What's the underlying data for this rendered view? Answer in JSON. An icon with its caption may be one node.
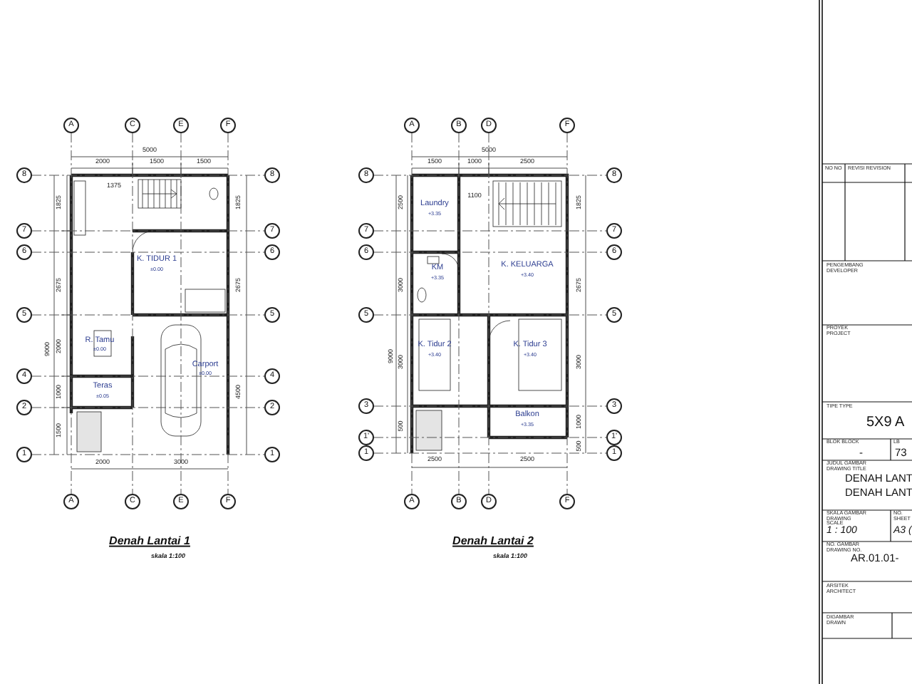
{
  "diagram": {
    "nodes": [
      {
        "text": [
          "A"
        ]
      },
      {
        "text": [
          "C"
        ]
      },
      {
        "text": [
          "E"
        ]
      },
      {
        "text": [
          "F"
        ]
      },
      {
        "text": [
          "8"
        ]
      },
      {
        "text": [
          "7"
        ]
      },
      {
        "text": [
          "6"
        ]
      },
      {
        "text": [
          "5"
        ]
      },
      {
        "text": [
          "4"
        ]
      },
      {
        "text": [
          "2"
        ]
      },
      {
        "text": [
          "1"
        ]
      },
      {
        "text": [
          "8"
        ]
      },
      {
        "text": [
          "7"
        ]
      },
      {
        "text": [
          "6"
        ]
      },
      {
        "text": [
          "5"
        ]
      },
      {
        "text": [
          "4"
        ]
      },
      {
        "text": [
          "2"
        ]
      },
      {
        "text": [
          "1"
        ]
      },
      {
        "text": [
          "A"
        ]
      },
      {
        "text": [
          "C"
        ]
      },
      {
        "text": [
          "E"
        ]
      },
      {
        "text": [
          "F"
        ]
      },
      {
        "text": [
          "A"
        ]
      },
      {
        "text": [
          "B"
        ]
      },
      {
        "text": [
          "D"
        ]
      },
      {
        "text": [
          "F"
        ]
      },
      {
        "text": [
          "8"
        ]
      },
      {
        "text": [
          "7"
        ]
      },
      {
        "text": [
          "6"
        ]
      },
      {
        "text": [
          "5"
        ]
      },
      {
        "text": [
          "3"
        ]
      },
      {
        "text": [
          "1'"
        ]
      },
      {
        "text": [
          "1"
        ]
      },
      {
        "text": [
          "8"
        ]
      },
      {
        "text": [
          "7"
        ]
      },
      {
        "text": [
          "6"
        ]
      },
      {
        "text": [
          "5"
        ]
      },
      {
        "text": [
          "3"
        ]
      },
      {
        "text": [
          "1'"
        ]
      },
      {
        "text": [
          "1"
        ]
      },
      {
        "text": [
          "A"
        ]
      },
      {
        "text": [
          "B"
        ]
      },
      {
        "text": [
          "D"
        ]
      },
      {
        "text": [
          "F"
        ]
      }
    ],
    "edges": [
      {
        "from": 0,
        "to": 18,
        "arrow": "none",
        "style": "dashed"
      },
      {
        "from": 1,
        "to": 19,
        "arrow": "none",
        "style": "dashed"
      },
      {
        "from": 2,
        "to": 20,
        "arrow": "none",
        "style": "dashed"
      },
      {
        "from": 3,
        "to": 21,
        "arrow": "none",
        "style": "dashed"
      },
      {
        "from": 4,
        "to": 11,
        "arrow": "none",
        "style": "dashed"
      },
      {
        "from": 5,
        "to": 12,
        "arrow": "none",
        "style": "dashed"
      },
      {
        "from": 6,
        "to": 13,
        "arrow": "none",
        "style": "dashed"
      },
      {
        "from": 7,
        "to": 14,
        "arrow": "none",
        "style": "dashed"
      },
      {
        "from": 8,
        "to": 15,
        "arrow": "none",
        "style": "dashed"
      },
      {
        "from": 9,
        "to": 16,
        "arrow": "none",
        "style": "dashed"
      },
      {
        "from": 10,
        "to": 17,
        "arrow": "none",
        "style": "dashed"
      },
      {
        "from": 22,
        "to": 40,
        "arrow": "none",
        "style": "dashed"
      },
      {
        "from": 23,
        "to": 41,
        "arrow": "none",
        "style": "dashed"
      },
      {
        "from": 24,
        "to": 42,
        "arrow": "none",
        "style": "dashed"
      },
      {
        "from": 25,
        "to": 43,
        "arrow": "none",
        "style": "dashed"
      },
      {
        "from": 26,
        "to": 33,
        "arrow": "none",
        "style": "dashed"
      },
      {
        "from": 27,
        "to": 34,
        "arrow": "none",
        "style": "dashed"
      },
      {
        "from": 28,
        "to": 35,
        "arrow": "none",
        "style": "dashed"
      },
      {
        "from": 29,
        "to": 36,
        "arrow": "none",
        "style": "dashed"
      },
      {
        "from": 30,
        "to": 37,
        "arrow": "none",
        "style": "dashed"
      },
      {
        "from": 31,
        "to": 38,
        "arrow": "none",
        "style": "dashed"
      },
      {
        "from": 32,
        "to": 39,
        "arrow": "none",
        "style": "dashed"
      }
    ],
    "labels": [
      "5000",
      "2000",
      "1500",
      "1500",
      "1375",
      "1825",
      "1825",
      "K. TIDUR 1",
      "±0.00",
      "2675",
      "2675",
      "9000",
      "R. Tamu",
      "±0.00",
      "2000",
      "Carport",
      "±0.00",
      "Teras",
      "±0.05",
      "1000",
      "4500",
      "1500",
      "2000",
      "3000",
      "5000",
      "1500",
      "1000",
      "2500",
      "1100",
      "Laundry",
      "+3.35",
      "2500",
      "1825",
      "KM",
      "+3.35",
      "K. KELUARGA",
      "+3.40",
      "3000",
      "2675",
      "9000",
      "K. Tidur 2",
      "+3.40",
      "K. Tidur 3",
      "+3.40",
      "3000",
      "3000",
      "500",
      "Balkon",
      "+3.35",
      "1000",
      "500",
      "2500",
      "2500",
      "Denah Lantai 1",
      "skala 1:100",
      "Denah Lantai 2",
      "skala 1:100",
      "NO NO",
      "REVISI REVISION",
      "PENGEMBANG DEVELOPER",
      "PROYEK PROJECT",
      "TIPE TYPE",
      "5X9 A",
      "BLOK BLOCK",
      "LB",
      "-",
      "73",
      "JUDUL GAMBAR DRAWING TITLE",
      "DENAH LANT",
      "DENAH LANT",
      "SKALA GAMBAR DRAWING SCALE",
      "NO. SHEET",
      "1 : 100",
      "A3 (",
      "NO. GAMBAR DRAWING NO.",
      "AR.01.01-",
      "ARSITEK ARCHITECT",
      "DIGAMBAR DRAWN"
    ]
  }
}
